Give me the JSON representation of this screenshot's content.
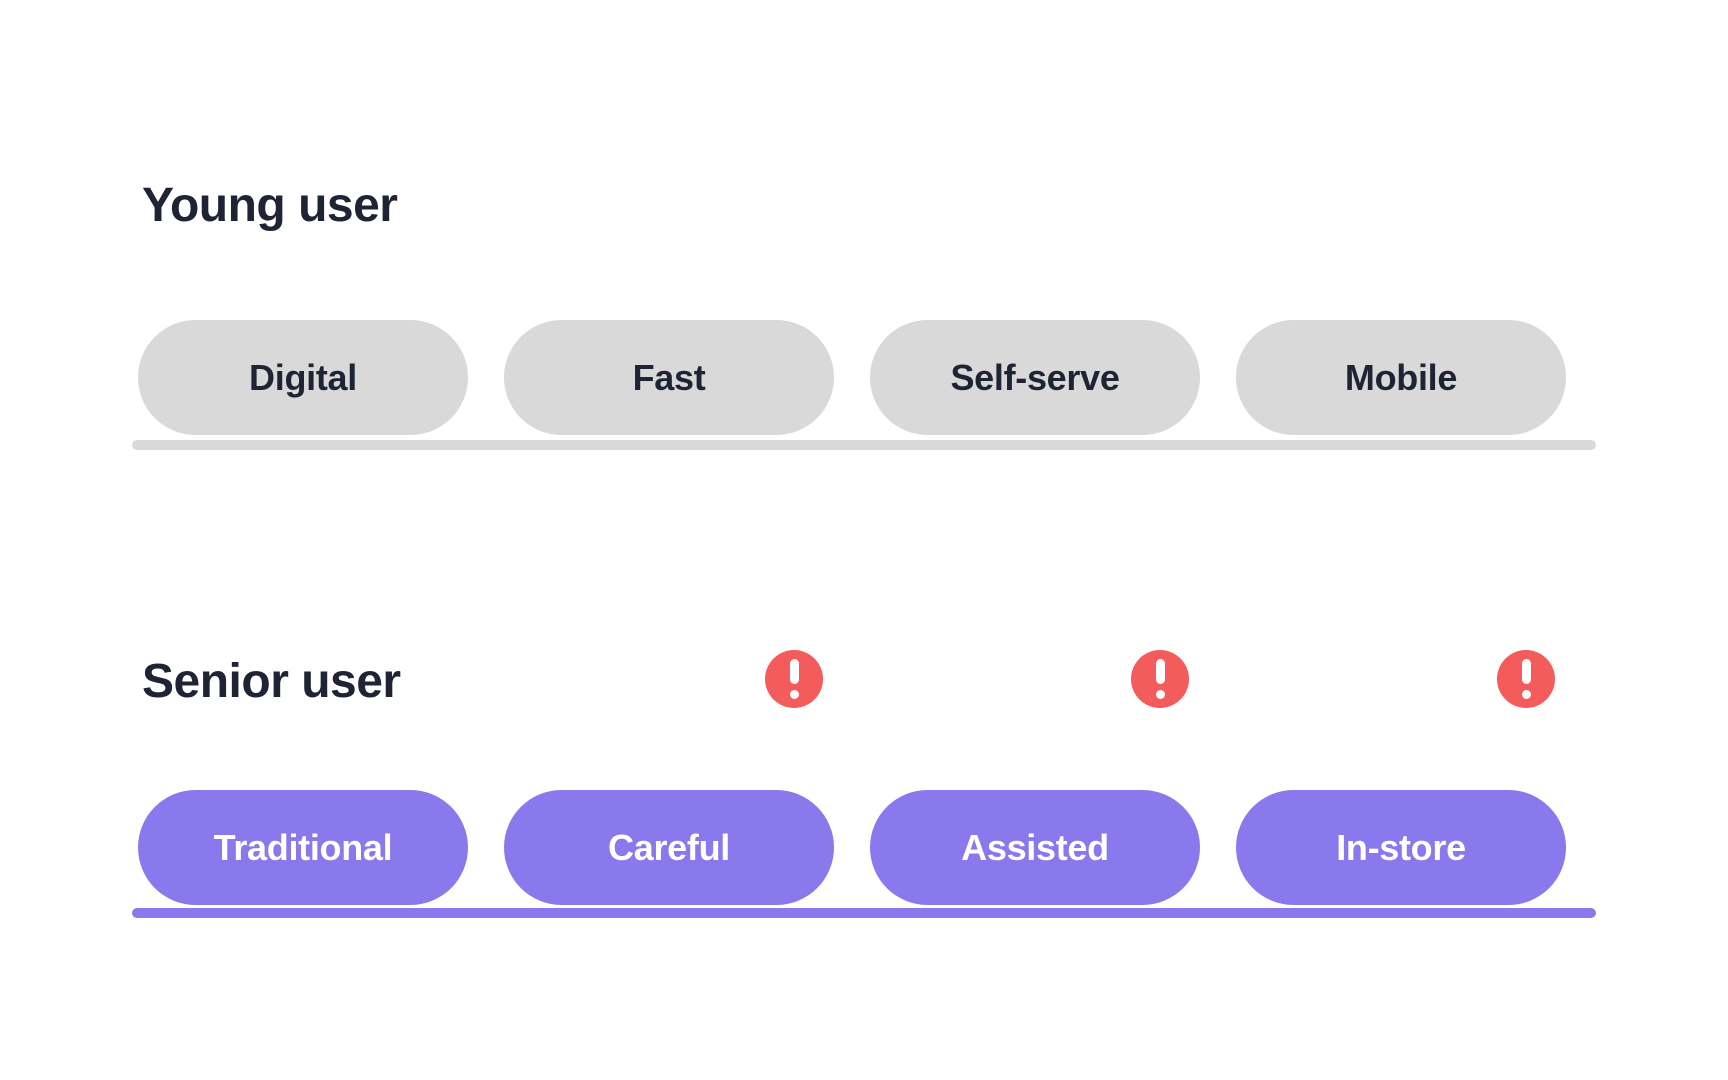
{
  "sections": [
    {
      "id": "young",
      "title": "Young user",
      "pills": [
        {
          "label": "Digital",
          "alert": false
        },
        {
          "label": "Fast",
          "alert": false
        },
        {
          "label": "Self-serve",
          "alert": false
        },
        {
          "label": "Mobile",
          "alert": false
        }
      ]
    },
    {
      "id": "senior",
      "title": "Senior user",
      "pills": [
        {
          "label": "Traditional",
          "alert": false
        },
        {
          "label": "Careful",
          "alert": true
        },
        {
          "label": "Assisted",
          "alert": true
        },
        {
          "label": "In-store",
          "alert": true
        }
      ]
    }
  ],
  "colors": {
    "background": "#ffffff",
    "heading_text": "#1e2433",
    "pill_gray_bg": "#d9d9d9",
    "pill_gray_text": "#1e2433",
    "pill_purple_bg": "#8979ec",
    "pill_purple_text": "#ffffff",
    "bar_gray": "#d9d9d9",
    "bar_purple": "#8979ec",
    "alert_red": "#f45c5b",
    "alert_glyph": "#ffffff"
  }
}
